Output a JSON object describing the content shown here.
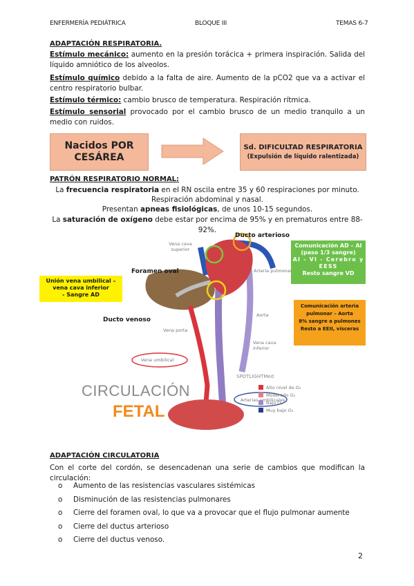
{
  "header": {
    "left": "ENFERMERÍA PEDIÁTRICA",
    "center": "BLOQUE III",
    "right": "TEMAS 6-7"
  },
  "resp": {
    "title": "ADAPTACIÓN RESPIRATORIA.",
    "mecanico_label": "Estímulo mecánico:",
    "mecanico_text": " aumento en la presión torácica + primera inspiración. Salida del líquido amniótico de los alveolos.",
    "quimico_label": "Estímulo químico",
    "quimico_text": " debido a la falta de aire. Aumento de la pCO2 que va a activar el centro respiratorio bulbar.",
    "termico_label": "Estímulo térmico:",
    "termico_text": " cambio brusco de temperatura. Respiración rítmica.",
    "sensorial_label": "Estímulo sensorial",
    "sensorial_text": " provocado por el cambio brusco de un medio tranquilo a un medio con ruidos."
  },
  "boxes": {
    "left": "Nacidos POR CESÁREA",
    "right_title": "Sd. DIFICULTAD RESPIRATORIA",
    "right_sub": "(Expulsión de líquido ralentizada)"
  },
  "patron": {
    "title": "PATRÓN RESPIRATORIO NORMAL:",
    "l1_pre": "La ",
    "l1_bold": "frecuencia respiratoria",
    "l1_post": " en el RN oscila entre 35 y 60 respiraciones por minuto.",
    "l2": "Respiración abdominal y nasal.",
    "l3_pre": "Presentan ",
    "l3_bold": "apneas fisiológicas",
    "l3_post": ", de unos 10-15 segundos.",
    "l4_pre": "La ",
    "l4_bold": "saturación de oxígeno",
    "l4_post": " debe estar por encima de 95% y en prematuros entre 88-92%."
  },
  "diagram": {
    "labels": {
      "ducto_arterioso": "Ducto arterioso",
      "vena_cava_superior": "Vena cava superior",
      "foramen_oval": "Foramen oval",
      "arteria_pulmonar": "Arteria pulmonar",
      "ducto_venoso": "Ducto venoso",
      "vena_porta": "Vena porta",
      "aorta": "Aorta",
      "vena_cava_inferior": "Vena cava inferior",
      "vena_umbilical": "Vena umbilical",
      "arterias_umbilicales": "Arterias umbilicales",
      "circulacion": "CIRCULACIÓN",
      "fetal": "FETAL",
      "brand": "SPOTLIGHTMed"
    },
    "legend": [
      "Alto nivel de O₂",
      "Moderado O₂",
      "Bajo O₂",
      "Muy bajo O₂"
    ],
    "legend_colors": [
      "#d9343b",
      "#e87b86",
      "#9b8ac4",
      "#2b3f8f"
    ],
    "note_yellow_left": [
      "Unión vena umbilical – vena cava inferior",
      "- Sangre AD"
    ],
    "note_green": [
      "Comunicación AD – AI (paso 1/3 sangre)",
      "AI - VI - Cerebro y EESS",
      "Resto sangre VD"
    ],
    "note_orange": [
      "Comunicación arteria pulmonar – Aorta",
      "8% sangre a pulmones",
      "Resto a EEII, vísceras"
    ]
  },
  "circ": {
    "title": "ADAPTACIÓN CIRCULATORIA",
    "intro": "Con el corte del cordón, se desencadenan una serie de cambios que modifican la circulación:",
    "items": [
      "Aumento de las resistencias vasculares sistémicas",
      "Disminución de las resistencias pulmonares",
      "Cierre del foramen oval, lo que va a provocar que el flujo pulmonar aumente",
      "Cierre del ductus arterioso",
      "Cierre del ductus venoso."
    ]
  },
  "page_number": "2"
}
